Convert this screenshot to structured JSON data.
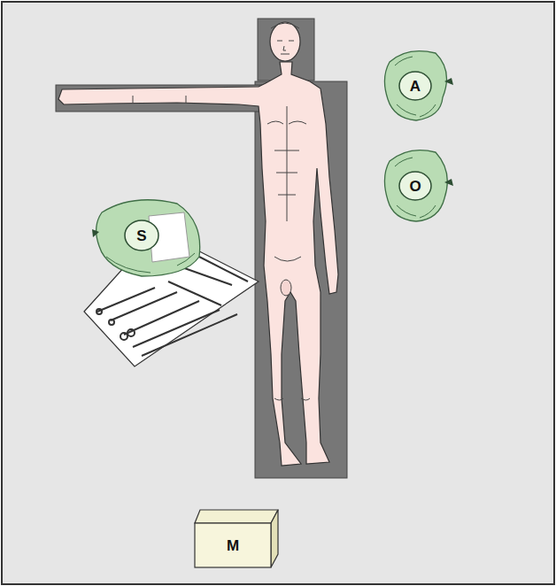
{
  "diagram": {
    "nodes": [
      {
        "text": [
          "A"
        ]
      },
      {
        "text": [
          "O"
        ]
      },
      {
        "text": [
          "S"
        ]
      },
      {
        "text": [
          "M"
        ]
      }
    ]
  }
}
